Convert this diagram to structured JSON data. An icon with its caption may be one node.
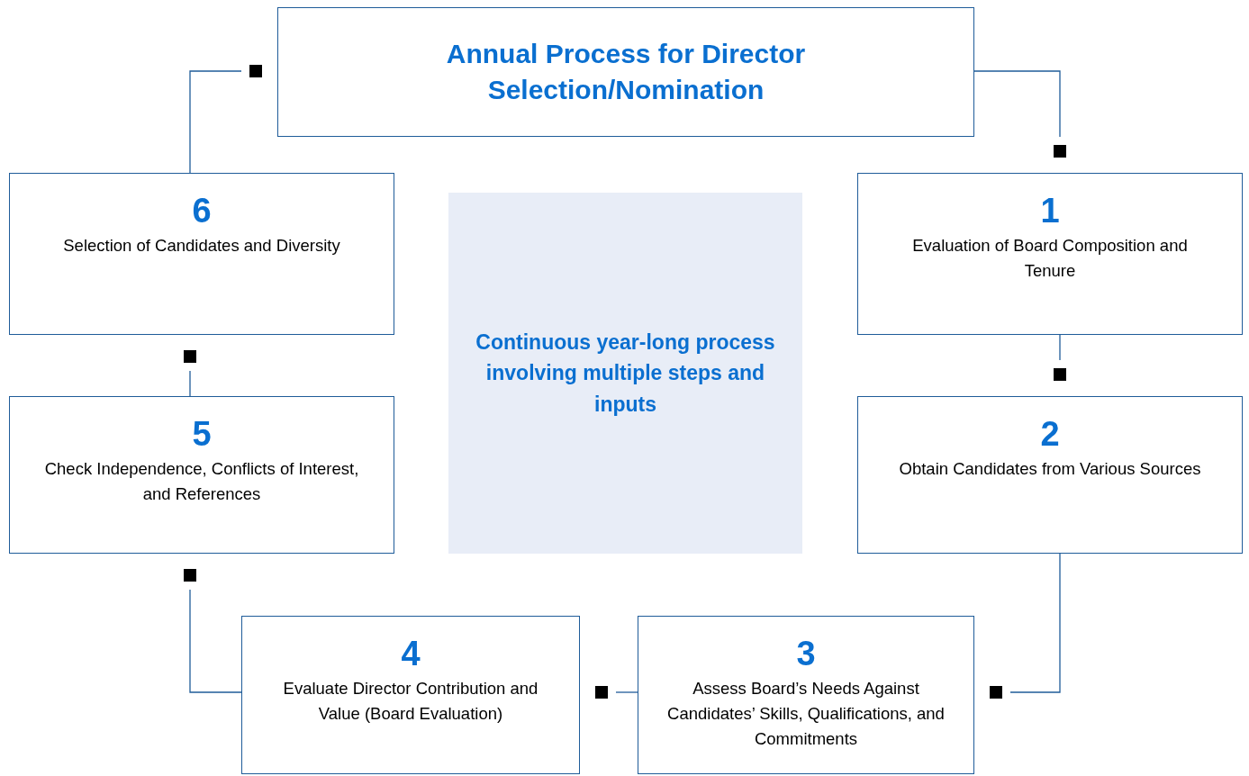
{
  "diagram": {
    "nodes": [
      {
        "text": [
          "Annual Process for Director Selection/Nomination"
        ]
      },
      {
        "text": [
          "1",
          "Evaluation of Board Composition and Tenure"
        ]
      },
      {
        "text": [
          "2",
          "Obtain Candidates from Various Sources"
        ]
      },
      {
        "text": [
          "3",
          "Assess Board’s Needs Against Candidates’ Skills, Qualifications, and Commitments"
        ]
      },
      {
        "text": [
          "4",
          "Evaluate Director Contribution and Value (Board Evaluation)"
        ]
      },
      {
        "text": [
          "5",
          "Check Independence, Conflicts of Interest, and References"
        ]
      },
      {
        "text": [
          "6",
          "Selection of Candidates and Diversity"
        ]
      },
      {
        "text": [
          "Continuous year-long process involving multiple steps and inputs"
        ]
      }
    ],
    "edges": [
      {
        "from": 0,
        "to": 1,
        "arrow": "other"
      },
      {
        "from": 1,
        "to": 2,
        "arrow": "other"
      },
      {
        "from": 2,
        "to": 3,
        "arrow": "other"
      },
      {
        "from": 3,
        "to": 4,
        "arrow": "other"
      },
      {
        "from": 4,
        "to": 5,
        "arrow": "other"
      },
      {
        "from": 5,
        "to": 6,
        "arrow": "other"
      },
      {
        "from": 6,
        "to": 0,
        "arrow": "other"
      }
    ]
  }
}
